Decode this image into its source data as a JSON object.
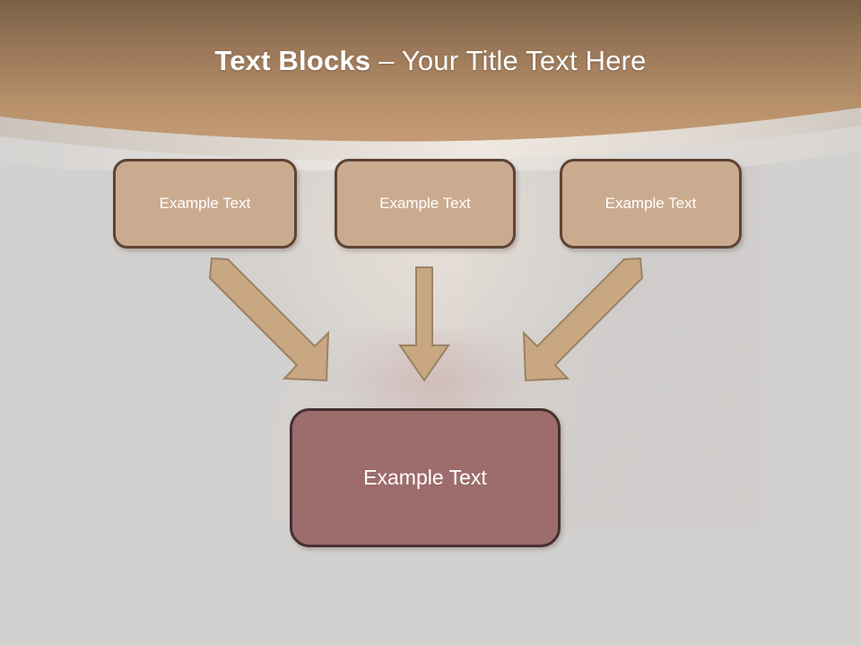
{
  "slide": {
    "title": {
      "bold_part": "Text Blocks",
      "regular_part": " – Your Title Text Here",
      "full": "Text Blocks – Your Title Text Here"
    },
    "theme": {
      "header_gradient_top": "#7c6248",
      "header_gradient_bottom": "#c39a74",
      "header_arc_band": "#e8e2dc",
      "body_background": "#d3d1cf",
      "top_box_fill": "#cbab8f",
      "top_box_border": "#5e4434",
      "bottom_box_fill": "#9d6c6c",
      "bottom_box_border": "#47302f",
      "arrow_fill": "#c8a782",
      "arrow_outline": "#9b8263",
      "text_color": "#ffffff"
    }
  },
  "diagram": {
    "top_blocks": [
      {
        "label": "Example Text"
      },
      {
        "label": "Example Text"
      },
      {
        "label": "Example Text"
      }
    ],
    "bottom_block": {
      "label": "Example Text"
    },
    "connectors": [
      {
        "name": "arrow-left-diagonal",
        "direction": "down-right",
        "from": "top-block-1",
        "to": "bottom-block"
      },
      {
        "name": "arrow-middle-vertical",
        "direction": "down",
        "from": "top-block-2",
        "to": "bottom-block"
      },
      {
        "name": "arrow-right-diagonal",
        "direction": "down-left",
        "from": "top-block-3",
        "to": "bottom-block"
      }
    ]
  }
}
